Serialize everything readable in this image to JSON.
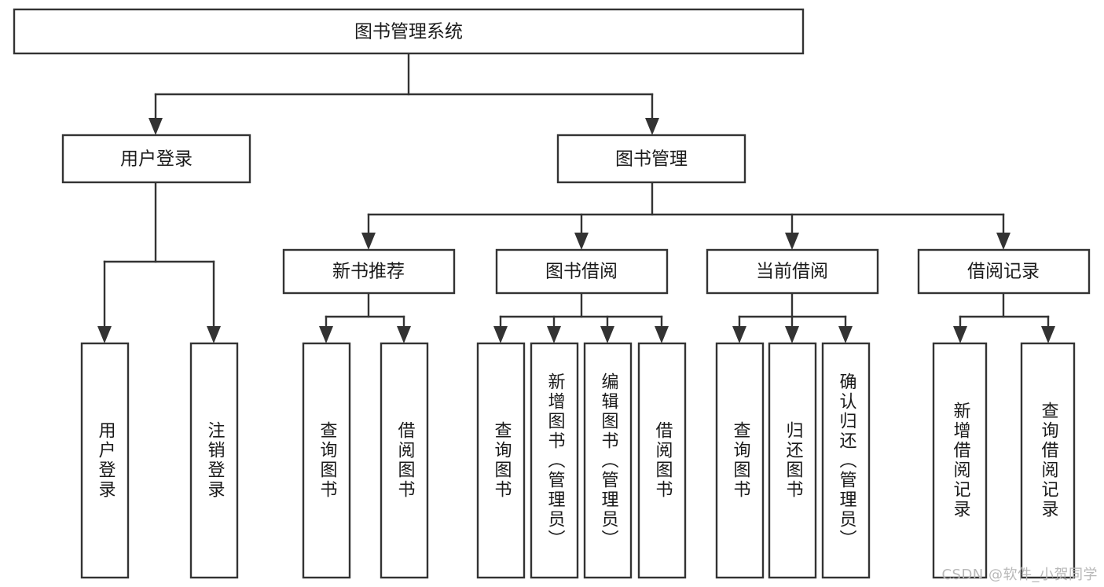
{
  "diagram": {
    "title": "图书管理系统",
    "type": "tree",
    "colors": {
      "background": "#ffffff",
      "box_fill": "#ffffff",
      "box_stroke": "#333333",
      "text": "#1a1a1a",
      "watermark": "#b8b8b8"
    },
    "root": {
      "label": "图书管理系统",
      "orientation": "horizontal"
    },
    "level2": [
      {
        "label": "用户登录",
        "orientation": "horizontal"
      },
      {
        "label": "图书管理",
        "orientation": "horizontal"
      }
    ],
    "level3": [
      {
        "label": "新书推荐",
        "orientation": "horizontal"
      },
      {
        "label": "图书借阅",
        "orientation": "horizontal"
      },
      {
        "label": "当前借阅",
        "orientation": "horizontal"
      },
      {
        "label": "借阅记录",
        "orientation": "horizontal"
      }
    ],
    "leaves": {
      "user_login": [
        {
          "label": "用户登录",
          "orientation": "vertical"
        },
        {
          "label": "注销登录",
          "orientation": "vertical"
        }
      ],
      "new_book_recommend": [
        {
          "label": "查询图书",
          "orientation": "vertical"
        },
        {
          "label": "借阅图书",
          "orientation": "vertical"
        }
      ],
      "book_borrow": [
        {
          "label": "查询图书",
          "orientation": "vertical"
        },
        {
          "label": "新增图书（管理员）",
          "orientation": "vertical"
        },
        {
          "label": "编辑图书（管理员）",
          "orientation": "vertical"
        },
        {
          "label": "借阅图书",
          "orientation": "vertical"
        }
      ],
      "current_borrow": [
        {
          "label": "查询图书",
          "orientation": "vertical"
        },
        {
          "label": "归还图书",
          "orientation": "vertical"
        },
        {
          "label": "确认归还（管理员）",
          "orientation": "vertical"
        }
      ],
      "borrow_record": [
        {
          "label": "新增借阅记录",
          "orientation": "vertical"
        },
        {
          "label": "查询借阅记录",
          "orientation": "vertical"
        }
      ]
    }
  },
  "watermark": {
    "text": "CSDN @软件_小贺同学"
  }
}
